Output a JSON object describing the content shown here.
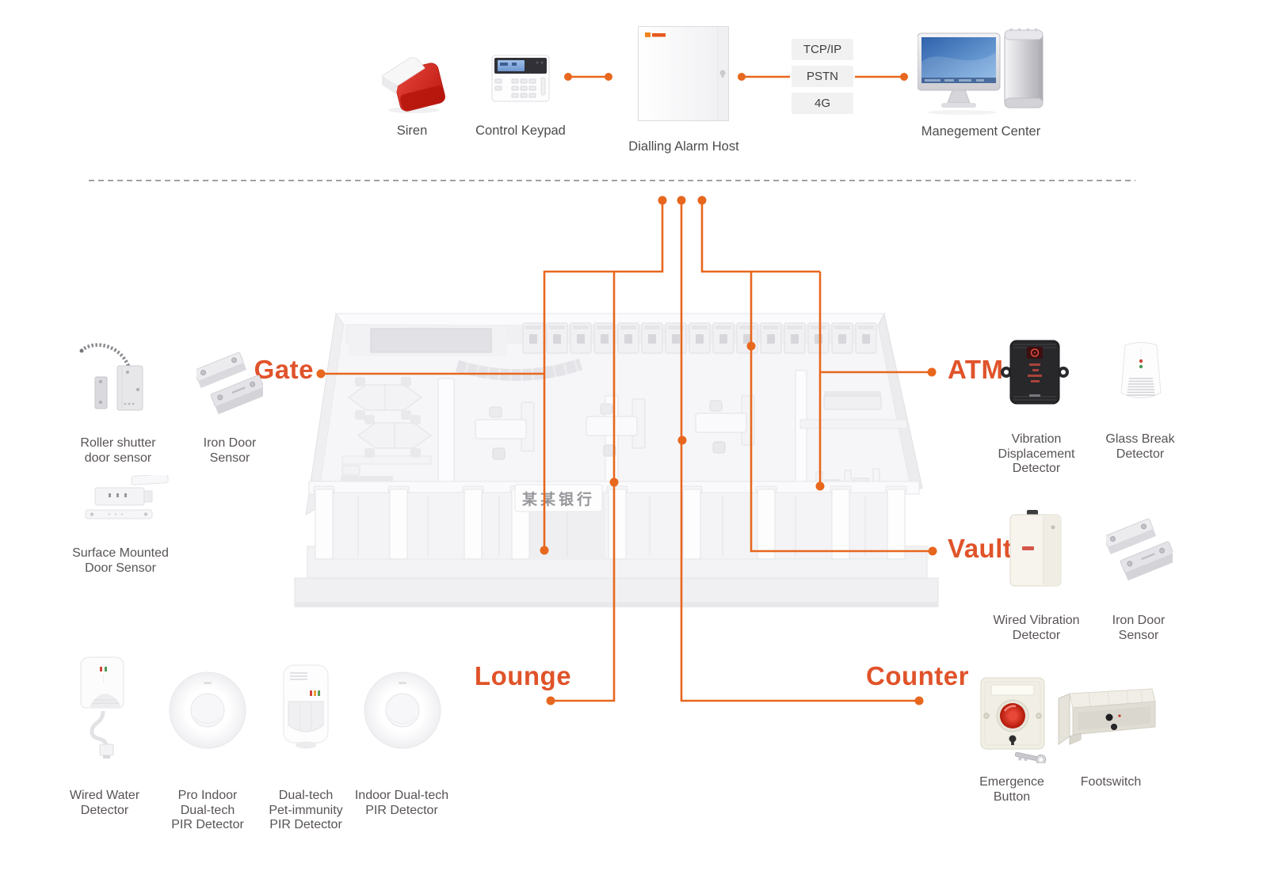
{
  "colors": {
    "line_orange": "#E8671E",
    "zone_label_orange": "#E0532A",
    "device_label_gray": "#585355",
    "top_label_gray": "#4E4B4C",
    "protocol_box_bg": "#F1F1F1"
  },
  "top_row": {
    "siren_label": "Siren",
    "keypad_label": "Control Keypad",
    "host_label": "Dialling Alarm Host",
    "management_label": "Manegement Center",
    "protocols": {
      "p1": "TCP/IP",
      "p2": "PSTN",
      "p3": "4G"
    }
  },
  "zones": {
    "gate": "Gate",
    "atm": "ATM",
    "vault": "Vault",
    "lounge": "Lounge",
    "counter": "Counter"
  },
  "building": {
    "sign_text": "某某银行"
  },
  "devices": {
    "roller_shutter": {
      "line1": "Roller shutter",
      "line2": "door sensor"
    },
    "iron_door_left": {
      "line1": "Iron Door",
      "line2": "Sensor"
    },
    "surface_mounted": {
      "line1": "Surface Mounted",
      "line2": "Door Sensor"
    },
    "wired_water": {
      "line1": "Wired Water",
      "line2": "Detector"
    },
    "pro_indoor_pir": {
      "line1": "Pro Indoor",
      "line2": "Dual-tech",
      "line3": "PIR Detector"
    },
    "pet_immunity_pir": {
      "line1": "Dual-tech",
      "line2": "Pet-immunity",
      "line3": "PIR Detector"
    },
    "indoor_dual_pir": {
      "line1": "Indoor Dual-tech",
      "line2": "PIR Detector"
    },
    "vibration_displacement": {
      "line1": "Vibration",
      "line2": "Displacement",
      "line3": "Detector"
    },
    "glass_break": {
      "line1": "Glass Break",
      "line2": "Detector"
    },
    "wired_vibration": {
      "line1": "Wired Vibration",
      "line2": "Detector"
    },
    "iron_door_right": {
      "line1": "Iron Door",
      "line2": "Sensor"
    },
    "emergence_button": {
      "line1": "Emergence",
      "line2": "Button"
    },
    "footswitch": {
      "line1": "Footswitch"
    }
  }
}
